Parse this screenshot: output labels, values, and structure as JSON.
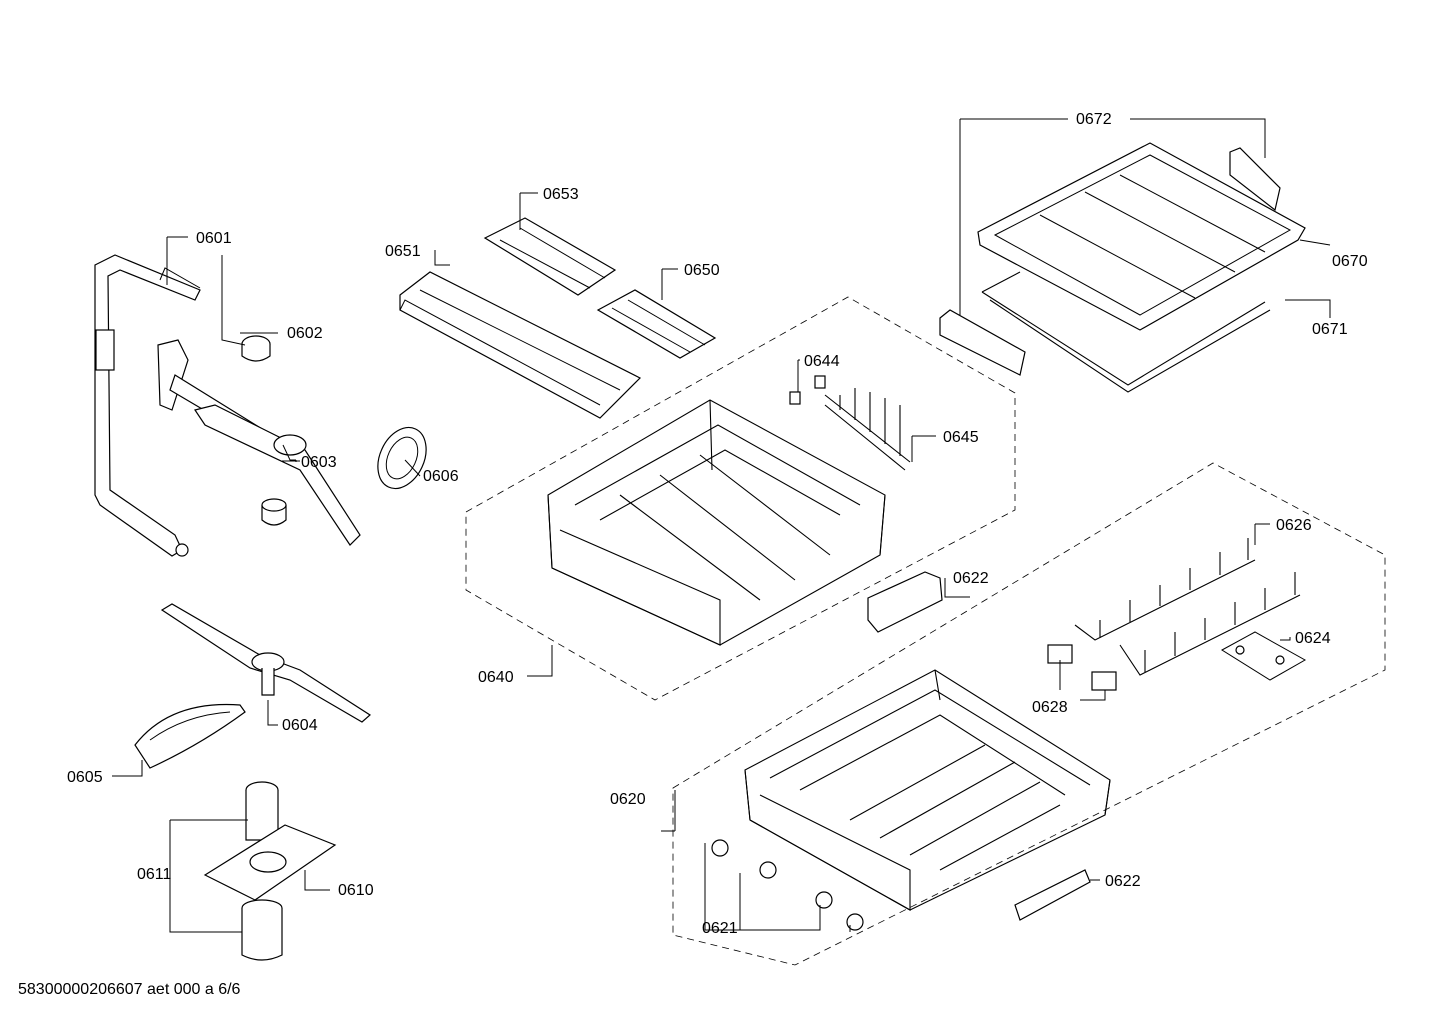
{
  "callouts": {
    "p0601": "0601",
    "p0602": "0602",
    "p0603": "0603",
    "p0604": "0604",
    "p0605": "0605",
    "p0606": "0606",
    "p0610": "0610",
    "p0611": "0611",
    "p0620": "0620",
    "p0621": "0621",
    "p0622a": "0622",
    "p0622b": "0622",
    "p0624": "0624",
    "p0626": "0626",
    "p0628": "0628",
    "p0640": "0640",
    "p0644": "0644",
    "p0645": "0645",
    "p0650": "0650",
    "p0651": "0651",
    "p0653": "0653",
    "p0670": "0670",
    "p0671": "0671",
    "p0672": "0672"
  },
  "footer": {
    "code": "58300000206607 aet 000 a 6/6"
  }
}
